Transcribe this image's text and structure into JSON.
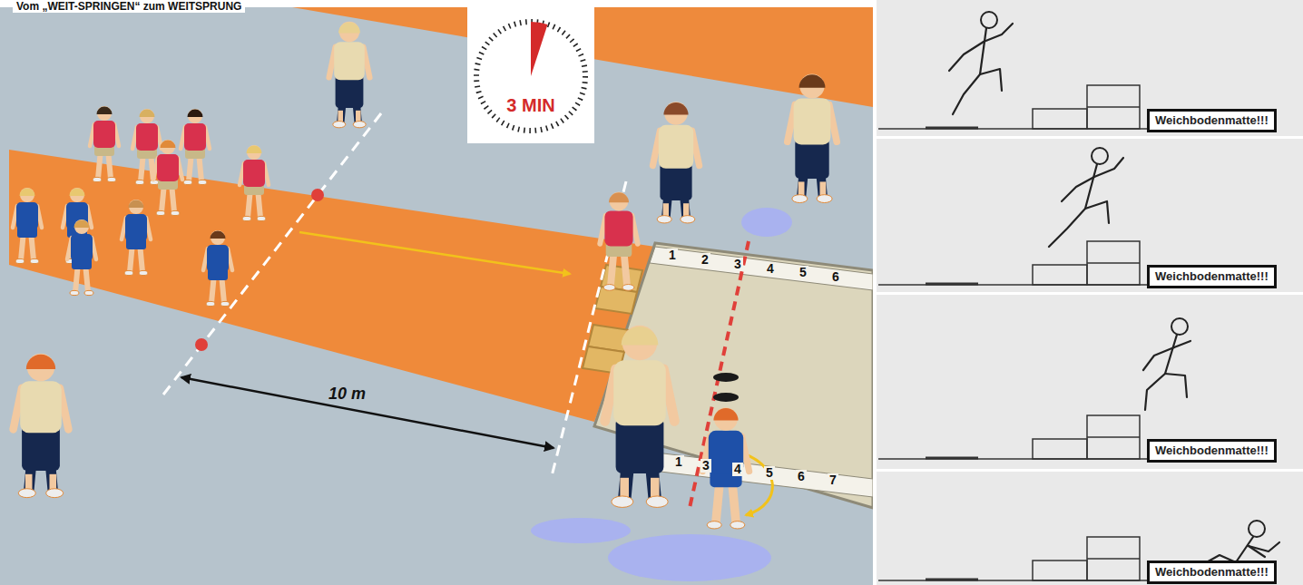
{
  "diagram": {
    "title": "Vom „WEIT-SPRINGEN“ zum WEITSPRUNG",
    "nodes": [
      {
        "text": [
          "3 MIN"
        ]
      },
      {
        "text": [
          "Weichbodenmatte!!!"
        ]
      },
      {
        "text": [
          "Weichbodenmatte!!!"
        ]
      },
      {
        "text": [
          "Weichbodenmatte!!!"
        ]
      },
      {
        "text": [
          "Weichbodenmatte!!!"
        ]
      }
    ],
    "labels": [
      "10 m",
      "1",
      "2",
      "3",
      "4",
      "5",
      "6",
      "1",
      "3",
      "4",
      "5",
      "6",
      "7"
    ]
  }
}
